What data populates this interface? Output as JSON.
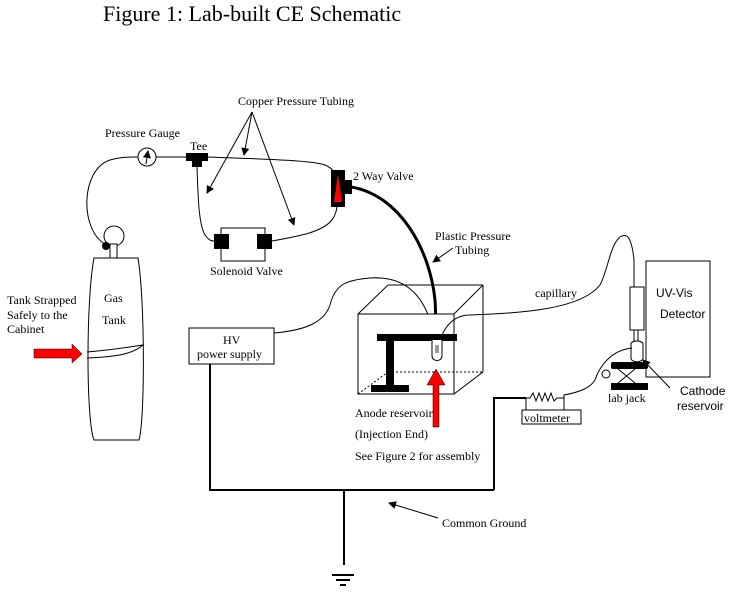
{
  "figure": {
    "title": "Figure 1: Lab-built CE Schematic"
  },
  "labels": {
    "copper_tubing": "Copper Pressure Tubing",
    "pressure_gauge": "Pressure Gauge",
    "tee": "Tee",
    "two_way_valve": "2 Way Valve",
    "solenoid_valve": "Solenoid Valve",
    "plastic_tubing_line1": "Plastic Pressure",
    "plastic_tubing_line2": "Tubing",
    "tank_strapped_line1": "Tank Strapped",
    "tank_strapped_line2": "Safely to the",
    "tank_strapped_line3": "Cabinet",
    "gas_tank_line1": "Gas",
    "gas_tank_line2": "Tank",
    "hv_line1": "HV",
    "hv_line2": "power  supply",
    "capillary": "capillary",
    "uv_vis_line1": "UV-Vis",
    "uv_vis_line2": "Detector",
    "anode_line1": "Anode reservoir",
    "anode_line2": "(Injection End)",
    "anode_line3": "See Figure 2 for assembly",
    "voltmeter": "voltmeter",
    "lab_jack": "lab jack",
    "cathode_line1": "Cathode",
    "cathode_line2": "reservoir",
    "common_ground": "Common Ground"
  },
  "colors": {
    "accent_red": "#ff0000",
    "ink": "#000000"
  }
}
